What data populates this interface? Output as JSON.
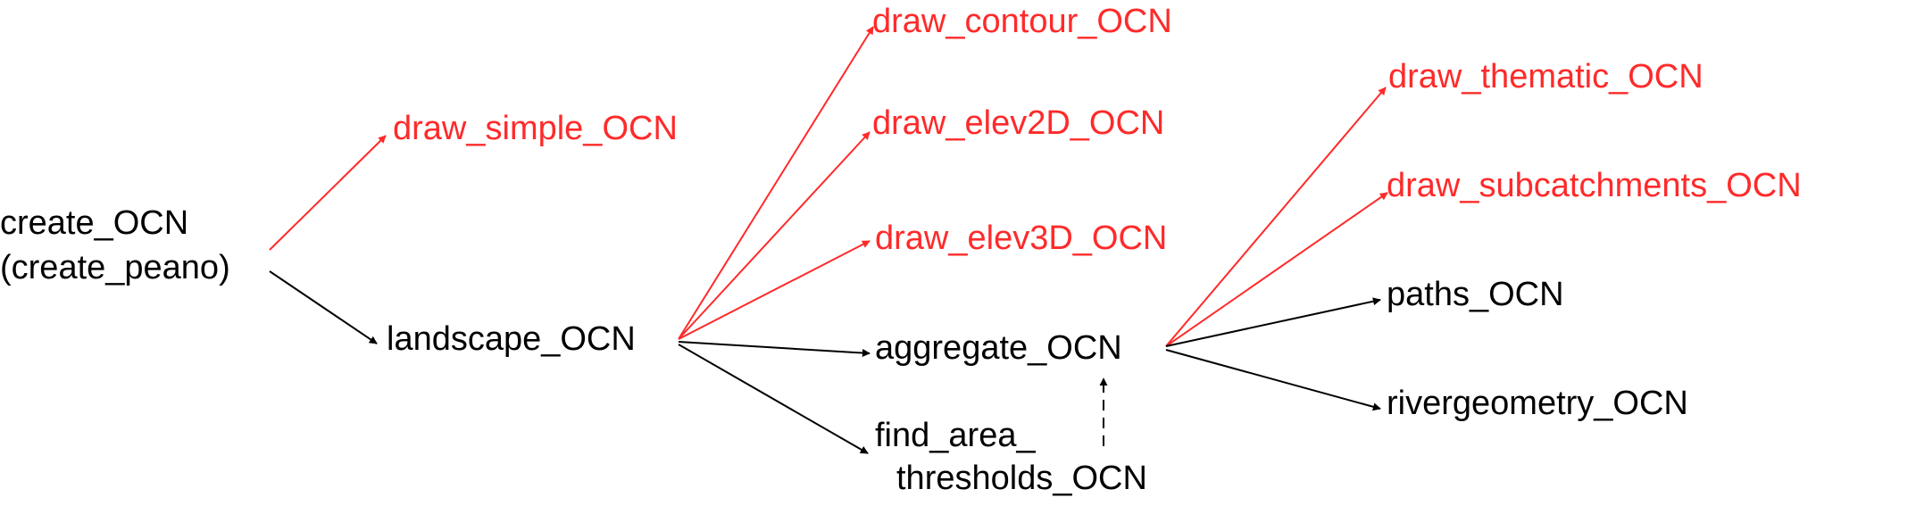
{
  "colors": {
    "red": "#ff2a2a",
    "black": "#000000"
  },
  "nodes": {
    "create_ocn": "create_OCN",
    "create_peano": "(create_peano)",
    "draw_simple_ocn": "draw_simple_OCN",
    "landscape_ocn": "landscape_OCN",
    "draw_contour_ocn": "draw_contour_OCN",
    "draw_elev2d_ocn": "draw_elev2D_OCN",
    "draw_elev3d_ocn": "draw_elev3D_OCN",
    "aggregate_ocn": "aggregate_OCN",
    "find_area_line1": "find_area_",
    "find_area_line2": "thresholds_OCN",
    "draw_thematic_ocn": "draw_thematic_OCN",
    "draw_subcatchments_ocn": "draw_subcatchments_OCN",
    "paths_ocn": "paths_OCN",
    "rivergeometry_ocn": "rivergeometry_OCN"
  },
  "edges": [
    {
      "from": "create_OCN",
      "to": "draw_simple_OCN",
      "color": "red",
      "style": "solid"
    },
    {
      "from": "create_OCN",
      "to": "landscape_OCN",
      "color": "black",
      "style": "solid"
    },
    {
      "from": "landscape_OCN",
      "to": "draw_contour_OCN",
      "color": "red",
      "style": "solid"
    },
    {
      "from": "landscape_OCN",
      "to": "draw_elev2D_OCN",
      "color": "red",
      "style": "solid"
    },
    {
      "from": "landscape_OCN",
      "to": "draw_elev3D_OCN",
      "color": "red",
      "style": "solid"
    },
    {
      "from": "landscape_OCN",
      "to": "aggregate_OCN",
      "color": "black",
      "style": "solid"
    },
    {
      "from": "landscape_OCN",
      "to": "find_area_thresholds_OCN",
      "color": "black",
      "style": "solid"
    },
    {
      "from": "find_area_thresholds_OCN",
      "to": "aggregate_OCN",
      "color": "black",
      "style": "dashed"
    },
    {
      "from": "aggregate_OCN",
      "to": "draw_thematic_OCN",
      "color": "red",
      "style": "solid"
    },
    {
      "from": "aggregate_OCN",
      "to": "draw_subcatchments_OCN",
      "color": "red",
      "style": "solid"
    },
    {
      "from": "aggregate_OCN",
      "to": "paths_OCN",
      "color": "black",
      "style": "solid"
    },
    {
      "from": "aggregate_OCN",
      "to": "rivergeometry_OCN",
      "color": "black",
      "style": "solid"
    }
  ]
}
